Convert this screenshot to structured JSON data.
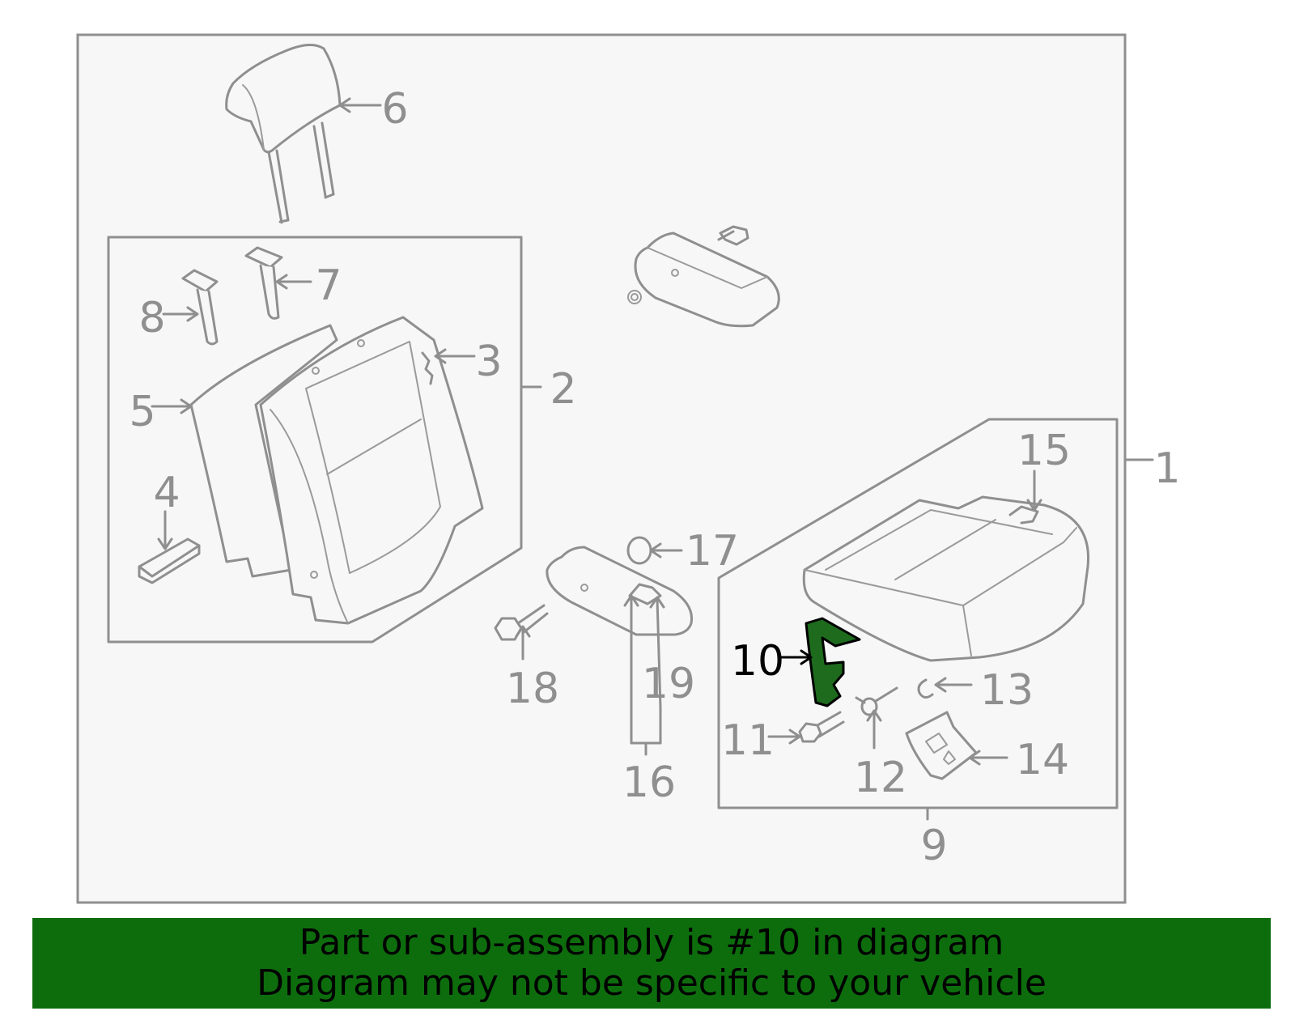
{
  "diagram": {
    "highlight_color": "#1e6b1e",
    "labels": {
      "l1": "1",
      "l2": "2",
      "l3": "3",
      "l4": "4",
      "l5": "5",
      "l6": "6",
      "l7": "7",
      "l8": "8",
      "l9": "9",
      "l10": "10",
      "l11": "11",
      "l12": "12",
      "l13": "13",
      "l14": "14",
      "l15": "15",
      "l16": "16",
      "l17": "17",
      "l18": "18",
      "l19": "19"
    }
  },
  "footer": {
    "line1": "Part or sub-assembly is #10 in diagram",
    "line2": "Diagram may not be specific to your vehicle",
    "background": "#0d6d0d"
  }
}
